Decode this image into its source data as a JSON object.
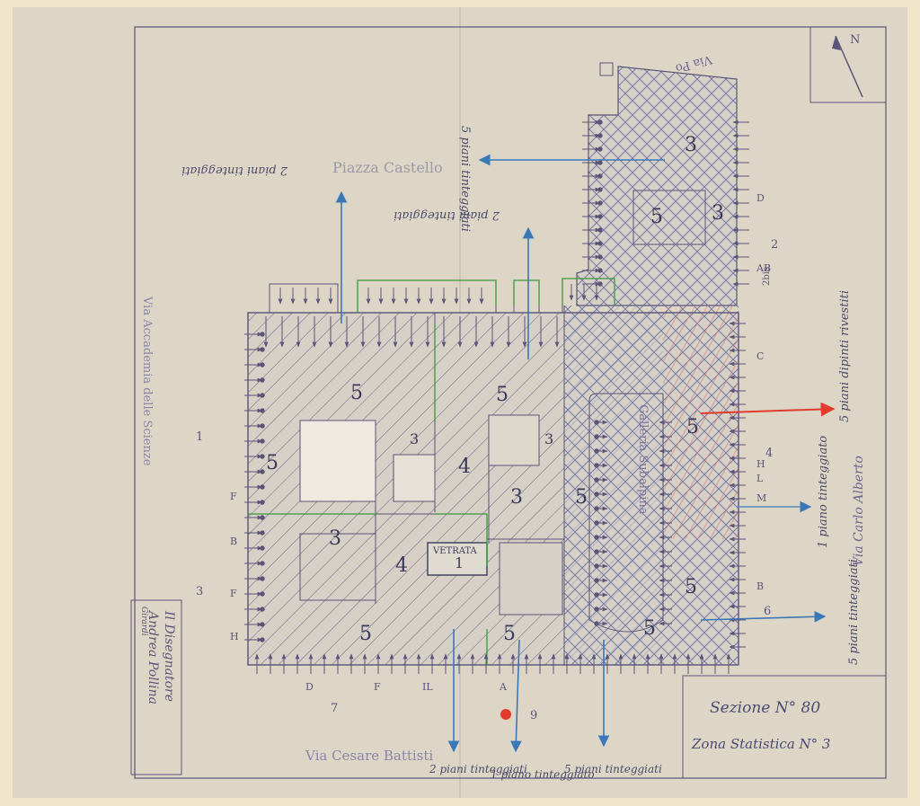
{
  "sheet": {
    "section_label": "Sezione N° 80",
    "zone_label": "Zona Statistica N° 3",
    "compass_label": "N",
    "author_title": "Il Disegnatore",
    "author_name": "Andrea Pollina",
    "author_initial": "Girardi"
  },
  "streets": {
    "north_square": "Piazza Castello",
    "west": "Via Accademia delle Scienze",
    "east": "Via Carlo Alberto",
    "south": "Via Cesare Battisti",
    "northeast": "Via Po"
  },
  "building": {
    "skylight_label": "VETRATA",
    "gallery_label": "Galleria Subalpina"
  },
  "annotations": {
    "north_left": "2 piani tinteggiati",
    "north_mid": "2 piani tinteggiati",
    "north_right": "5 piani tinteggiati",
    "east_red": "5 piani dipinti rivestiti",
    "east_blue": "1 piano tinteggiato",
    "east_lower": "5 piani tinteggiati",
    "south_1": "2 piani tinteggiati",
    "south_2": "1 piano tinteggiato",
    "south_3": "5 piani tinteggiati"
  },
  "floor_counts": [
    "5",
    "3",
    "4",
    "3",
    "5",
    "3",
    "1",
    "4",
    "5",
    "5",
    "5",
    "5",
    "5",
    "5",
    "3",
    "3",
    "3",
    "5",
    "5"
  ],
  "side_codes": {
    "west": [
      "F",
      "B",
      "F",
      "H"
    ],
    "south": [
      "D",
      "F",
      "IL",
      "A"
    ],
    "east": [
      "D",
      "AB",
      "C",
      "M",
      "L",
      "H",
      "B"
    ],
    "east_numbers": [
      "2",
      "4",
      "6"
    ],
    "south_numbers": [
      "7",
      "9"
    ],
    "west_fractions": [
      "1",
      "3"
    ],
    "north_sub": "2bis"
  },
  "colors": {
    "paper": "#f3ead0",
    "pencil": "#5a5478",
    "blue": "#3b78b8",
    "red": "#e03b2c",
    "green": "#3a9a3a"
  }
}
